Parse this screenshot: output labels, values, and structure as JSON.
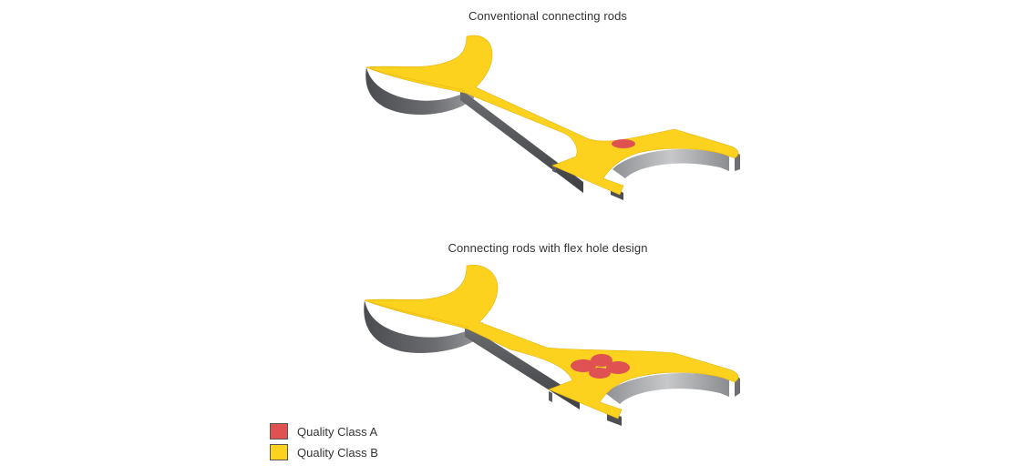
{
  "diagram": {
    "title_top": "Conventional connecting rods",
    "title_bottom": "Connecting rods with flex hole design",
    "legend": [
      {
        "label": "Quality Class A",
        "color": "#e05252"
      },
      {
        "label": "Quality Class B",
        "color": "#fcd21f"
      }
    ],
    "colors": {
      "body": "#fcd21f",
      "body_edge": "#e2b20c",
      "wall_dark": "#55575a",
      "wall_light": "#b7b9bc",
      "highlight": "#e05252"
    }
  }
}
